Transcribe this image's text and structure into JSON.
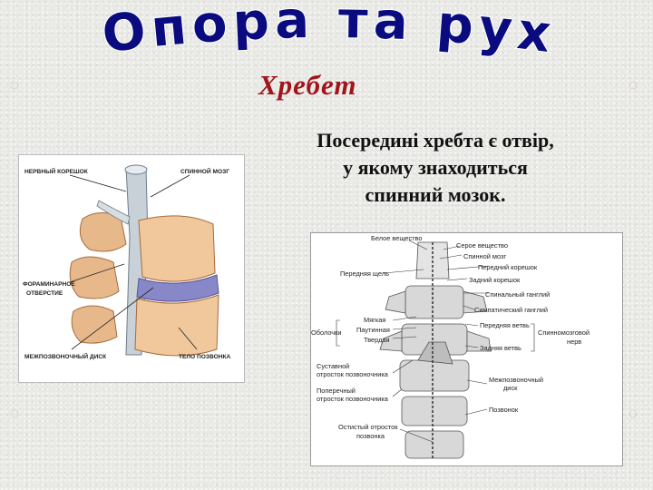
{
  "slide": {
    "title": "Опора та рух",
    "subtitle": "Хребет",
    "body_lines": [
      "Посередині хребта є отвір,",
      "у якому знаходиться",
      "спинний мозок."
    ],
    "colors": {
      "title": "#0b0b80",
      "subtitle": "#a0141a",
      "body": "#111111",
      "background": "#e9e9e6"
    }
  },
  "figure1": {
    "icon": "vertebra-illustration",
    "labels": {
      "nerve_root": "НЕРВНЫЙ КОРЕШОК",
      "spinal_cord": "СПИННОЙ МОЗГ",
      "foramen_1": "ФОРАМИНАРНОЕ",
      "foramen_2": "ОТВЕРСТИЕ",
      "disc": "МЕЖПОЗВОНОЧНЫЙ ДИСК",
      "body": "ТЕЛО ПОЗВОНКА"
    }
  },
  "figure2": {
    "icon": "spinal-column-diagram",
    "labels": {
      "white_matter": "Белое вещество",
      "gray_matter": "Серое вещество",
      "spinal_cord": "Спинной мозг",
      "anterior_fissure": "Передняя щель",
      "anterior_root": "Передний корешок",
      "posterior_root": "Задний корешок",
      "spinal_ganglion": "Спинальный ганглий",
      "sympathetic_ganglion": "Симпатический ганглий",
      "membranes": "Оболочки",
      "soft": "Мягкая",
      "arachnoid": "Паутинная",
      "hard": "Твердая",
      "anterior_branch": "Передняя ветвь",
      "posterior_branch": "Задняя ветвь",
      "spinal_nerve_1": "Спинномозговой",
      "spinal_nerve_2": "нерв",
      "articular_1": "Суставной",
      "articular_2": "отросток позвоночника",
      "transverse_1": "Поперечный",
      "transverse_2": "отросток позвоночника",
      "disc_1": "Межпозвоночный",
      "disc_2": "диск",
      "vertebra": "Позвонок",
      "spinous_1": "Остистый отросток",
      "spinous_2": "позвонка"
    }
  }
}
